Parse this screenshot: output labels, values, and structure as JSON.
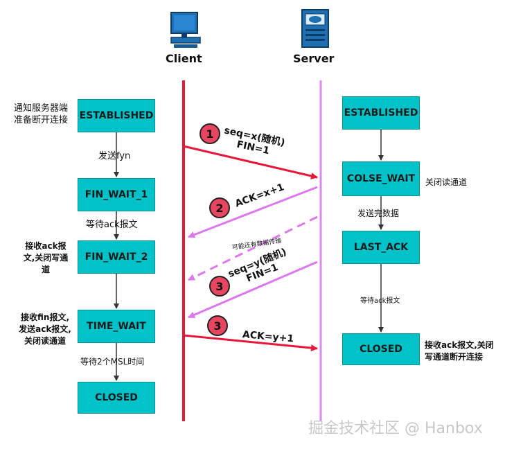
{
  "actors": {
    "client": "Client",
    "server": "Server"
  },
  "client_states": [
    "ESTABLISHED",
    "FIN_WAIT_1",
    "FIN_WAIT_2",
    "TIME_WAIT",
    "CLOSED"
  ],
  "server_states": [
    "ESTABLISHED",
    "COLSE_WAIT",
    "LAST_ACK",
    "CLOSED"
  ],
  "client_notes": {
    "established_1": "通知服务器端",
    "established_2": "准备断开连接",
    "send_fyn": "发送fyn",
    "wait_ack": "等待ack报文",
    "fw2_1": "接收ack报",
    "fw2_2": "文,关闭写通",
    "fw2_3": "道",
    "tw_1": "接收fin报文,",
    "tw_2": "发送ack报文,",
    "tw_3": "关闭读通道",
    "wait_msl": "等待2个MSL时间"
  },
  "server_notes": {
    "close_read": "关闭读通道",
    "send_remaining": "发送完数据",
    "wait_ack": "等待ack报文",
    "closed_1": "接收ack报文,关闭",
    "closed_2": "写通道断开连接"
  },
  "messages": {
    "m1_badge": "1",
    "m1_line1": "seq=x(随机)",
    "m1_line2": "FIN=1",
    "m2_badge": "2",
    "m2_label": "ACK=x+1",
    "maybe_data": "可能还有数据传输",
    "m3_badge": "3",
    "m3_line1": "seq=y(随机)",
    "m3_line2": "FIN=1",
    "m4_badge": "3",
    "m4_label": "ACK=y+1"
  },
  "watermark": "掘金技术社区 @ Hanbox",
  "colors": {
    "state_fill": "#00c2c8",
    "client_line": "#e8173a",
    "server_line": "#dd88ee",
    "badge": "#e84660"
  }
}
